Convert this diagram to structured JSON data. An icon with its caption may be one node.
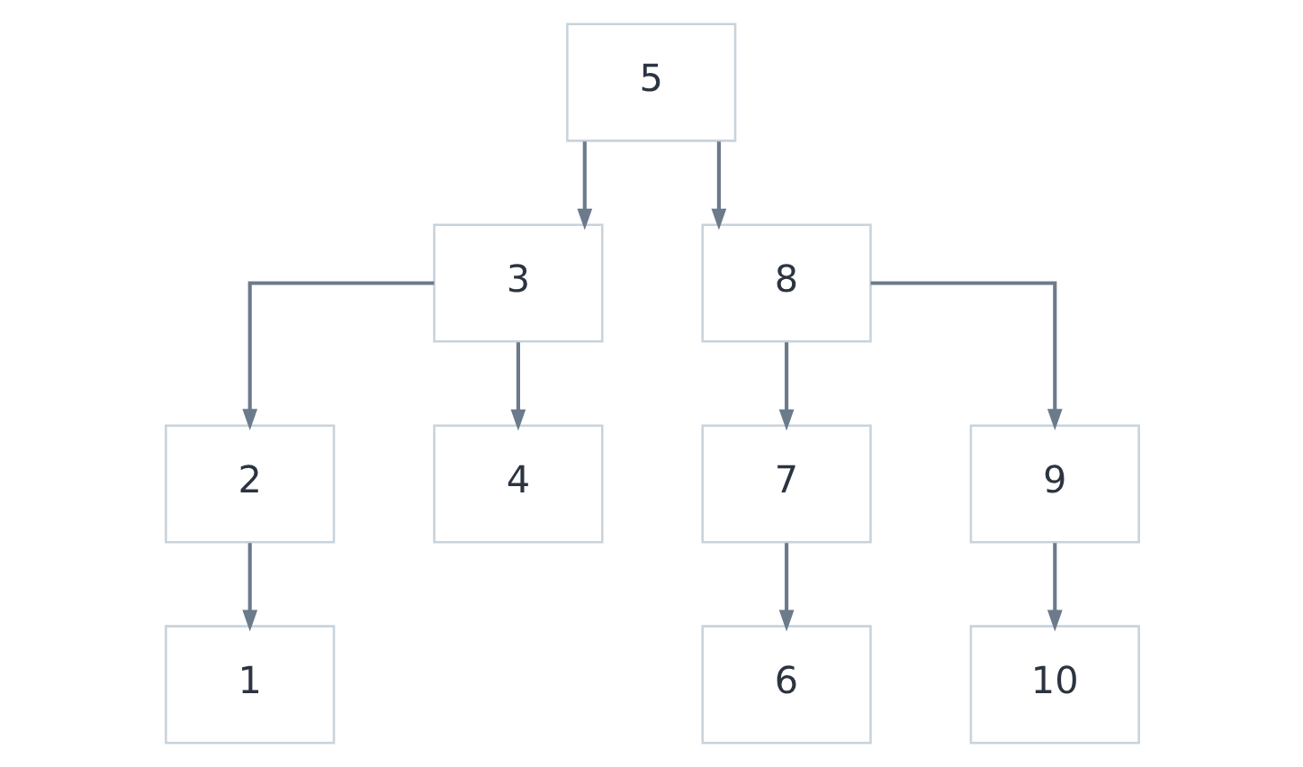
{
  "diagram": {
    "nodes": [
      {
        "text": [
          "5"
        ]
      },
      {
        "text": [
          "3"
        ]
      },
      {
        "text": [
          "8"
        ]
      },
      {
        "text": [
          "2"
        ]
      },
      {
        "text": [
          "4"
        ]
      },
      {
        "text": [
          "7"
        ]
      },
      {
        "text": [
          "9"
        ]
      },
      {
        "text": [
          "1"
        ]
      },
      {
        "text": [
          "6"
        ]
      },
      {
        "text": [
          "10"
        ]
      }
    ],
    "edges": [
      {
        "from": 0,
        "to": 1,
        "arrow": "to"
      },
      {
        "from": 0,
        "to": 2,
        "arrow": "to"
      },
      {
        "from": 1,
        "to": 3,
        "arrow": "to"
      },
      {
        "from": 1,
        "to": 4,
        "arrow": "to"
      },
      {
        "from": 2,
        "to": 5,
        "arrow": "to"
      },
      {
        "from": 2,
        "to": 6,
        "arrow": "to"
      },
      {
        "from": 3,
        "to": 7,
        "arrow": "to"
      },
      {
        "from": 5,
        "to": 8,
        "arrow": "to"
      },
      {
        "from": 6,
        "to": 9,
        "arrow": "to"
      }
    ]
  }
}
